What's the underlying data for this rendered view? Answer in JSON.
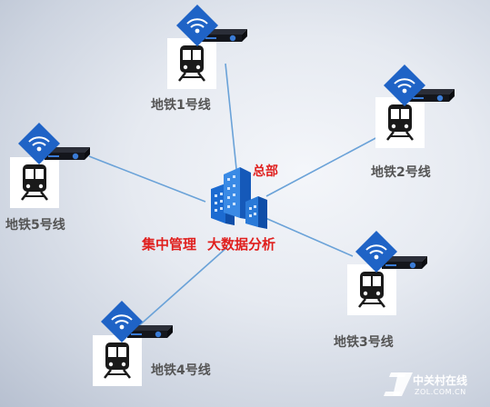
{
  "headquarters": {
    "name": "总部",
    "functions": [
      "集中管理",
      "大数据分析"
    ]
  },
  "lines": [
    {
      "label": "地铁1号线"
    },
    {
      "label": "地铁2号线"
    },
    {
      "label": "地铁3号线"
    },
    {
      "label": "地铁4号线"
    },
    {
      "label": "地铁5号线"
    }
  ],
  "watermark": {
    "cn": "中关村在线",
    "en": "ZOL.COM.CN"
  },
  "colors": {
    "connector": "#6aa2d8",
    "wifi": "#1f63c6",
    "accent": "#e0201e",
    "label": "#555555"
  }
}
